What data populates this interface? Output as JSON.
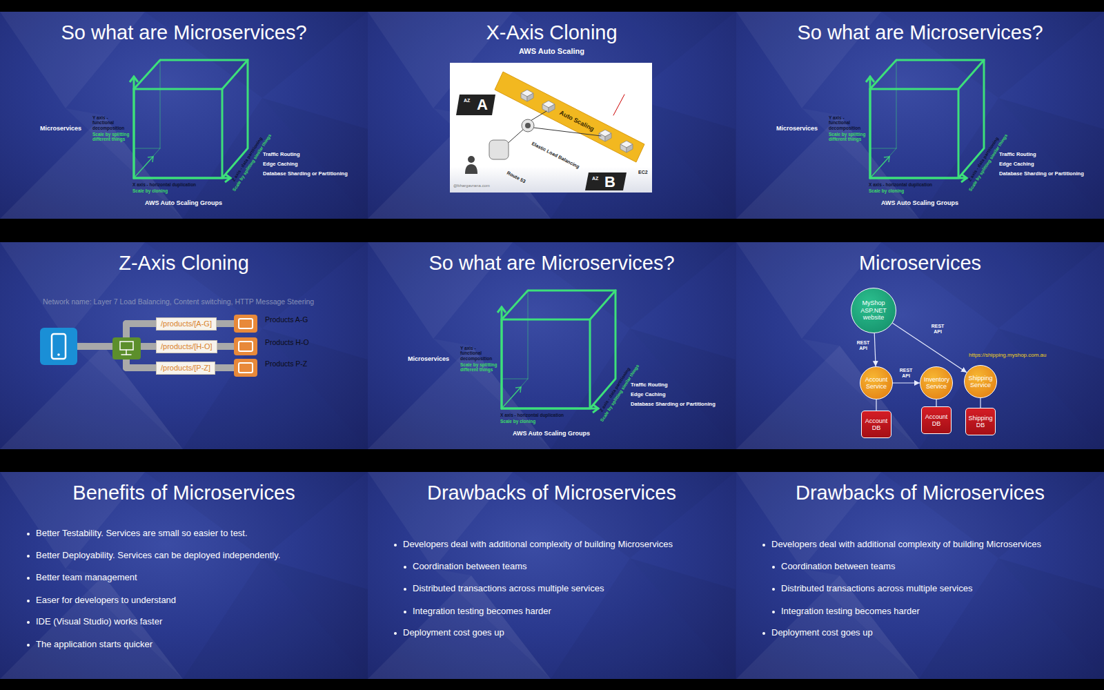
{
  "diagram": {
    "nodes": [
      {
        "text": [
          "/products/[A-G]"
        ]
      },
      {
        "text": [
          "/products/[H-O]"
        ]
      },
      {
        "text": [
          "/products/[P-Z]"
        ]
      },
      {
        "text": [
          "MyShop ASP.NET website"
        ]
      },
      {
        "text": [
          "Account Service"
        ]
      },
      {
        "text": [
          "Inventory Service"
        ]
      },
      {
        "text": [
          "Shipping Service"
        ]
      },
      {
        "text": [
          "Account DB"
        ]
      },
      {
        "text": [
          "Account DB"
        ]
      },
      {
        "text": [
          "Shipping DB"
        ]
      }
    ],
    "edges": [
      {
        "from": 3,
        "to": 4,
        "label": "REST API",
        "arrow": "to"
      },
      {
        "from": 3,
        "to": 6,
        "label": "REST API",
        "arrow": "to"
      },
      {
        "from": 4,
        "to": 5,
        "label": "REST API",
        "arrow": "to"
      },
      {
        "from": 4,
        "to": 7,
        "arrow": "none"
      },
      {
        "from": 5,
        "to": 8,
        "arrow": "none"
      },
      {
        "from": 6,
        "to": 9,
        "arrow": "none"
      }
    ],
    "labels": [
      "So what are Microservices?",
      "Microservices",
      "Y axis - functional decomposition",
      "Scale by splitting different things",
      "Z axis - data partitioning",
      "Scale by splitting similar things",
      "Traffic Routing",
      "Edge Caching",
      "Database Sharding or Partitioning",
      "X axis - horizontal duplication",
      "Scale by cloning",
      "AWS Auto Scaling Groups",
      "X-Axis Cloning",
      "AWS Auto Scaling",
      "AZ",
      "A",
      "Auto Scaling",
      "Elastic Load Balancing",
      "Route 53",
      "AZ",
      "B",
      "EC2",
      "@bhargavrana.com",
      "So what are Microservices?",
      "Microservices",
      "Y axis - functional decomposition",
      "Scale by splitting different things",
      "Z axis - data partitioning",
      "Scale by splitting similar things",
      "Traffic Routing",
      "Edge Caching",
      "Database Sharding or Partitioning",
      "X axis - horizontal duplication",
      "Scale by cloning",
      "AWS Auto Scaling Groups",
      "Z-Axis Cloning",
      "Network name: Layer 7 Load Balancing, Content switching, HTTP Message Steering",
      "Products A-G",
      "Products H-O",
      "Products P-Z",
      "So what are Microservices?",
      "Microservices",
      "Y axis - functional decomposition",
      "Scale by splitting different things",
      "Z axis - data partitioning",
      "Scale by splitting similar things",
      "Traffic Routing",
      "Edge Caching",
      "Database Sharding or Partitioning",
      "X axis - horizontal duplication",
      "Scale by cloning",
      "AWS Auto Scaling Groups",
      "Microservices",
      "https://shipping.myshop.com.au",
      "Benefits of Microservices",
      "Better Testability. Services are small so easier to test.",
      "Better Deployability. Services can be deployed independently.",
      "Better team management",
      "Easer for developers to understand",
      "IDE (Visual Studio) works faster",
      "The application starts quicker",
      "Drawbacks of Microservices",
      "Developers deal with additional complexity of building Microservices",
      "Coordination between teams",
      "Distributed transactions across multiple services",
      "Integration testing becomes harder",
      "Deployment cost goes up",
      "Drawbacks of Microservices",
      "Developers deal with additional complexity of building Microservices",
      "Coordination between teams",
      "Distributed transactions across multiple services",
      "Integration testing becomes harder",
      "Deployment cost goes up"
    ]
  }
}
